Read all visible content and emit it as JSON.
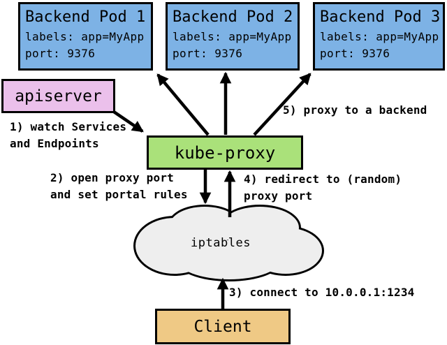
{
  "colors": {
    "background": "#FFFFFF",
    "line": "#000000",
    "pod_fill": "#7DB2E5",
    "apiserver_fill": "#EBC0EB",
    "kube_proxy_fill": "#AAE17A",
    "cloud_fill": "#EEEEEE",
    "client_fill": "#EFC985"
  },
  "pods": [
    {
      "title": "Backend Pod 1",
      "labels_line": "labels: app=MyApp",
      "port_line": "port: 9376"
    },
    {
      "title": "Backend Pod 2",
      "labels_line": "labels: app=MyApp",
      "port_line": "port: 9376"
    },
    {
      "title": "Backend Pod 3",
      "labels_line": "labels: app=MyApp",
      "port_line": "port: 9376"
    }
  ],
  "nodes": {
    "apiserver": "apiserver",
    "kube_proxy": "kube-proxy",
    "iptables": "iptables",
    "client": "Client"
  },
  "annotations": {
    "step1": {
      "lines": [
        "1) watch Services",
        "and Endpoints"
      ]
    },
    "step2": {
      "lines": [
        "2) open proxy port",
        "and set portal rules"
      ]
    },
    "step3": {
      "lines": [
        "3) connect to 10.0.0.1:1234"
      ]
    },
    "step4": {
      "lines": [
        "4) redirect to (random)",
        "proxy port"
      ]
    },
    "step5": {
      "lines": [
        "5) proxy to a backend"
      ]
    }
  },
  "edges": [
    {
      "from": "apiserver",
      "to": "kube-proxy",
      "step": "1"
    },
    {
      "from": "kube-proxy",
      "to": "backend-pod-1",
      "step": "5"
    },
    {
      "from": "kube-proxy",
      "to": "backend-pod-2",
      "step": "5"
    },
    {
      "from": "kube-proxy",
      "to": "backend-pod-3",
      "step": "5"
    },
    {
      "from": "kube-proxy",
      "to": "iptables",
      "step": "2"
    },
    {
      "from": "iptables",
      "to": "kube-proxy",
      "step": "4"
    },
    {
      "from": "client",
      "to": "iptables",
      "step": "3"
    }
  ]
}
